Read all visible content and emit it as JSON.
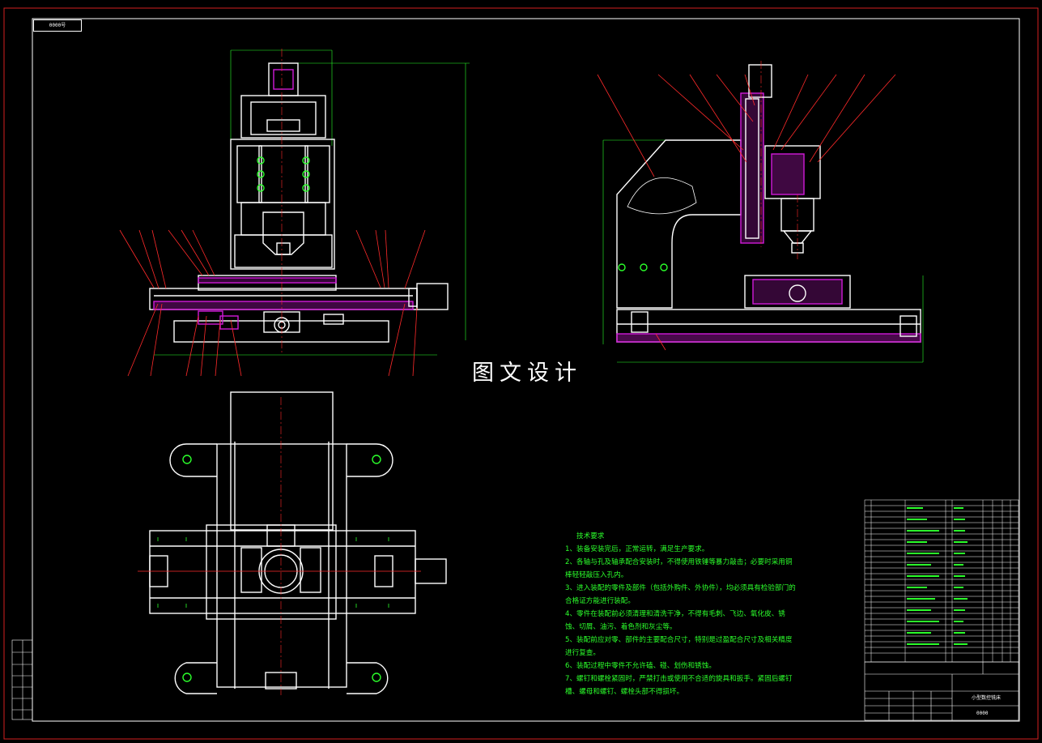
{
  "drawing": {
    "watermark": "图文设计",
    "frame_tag": "0000号",
    "colors": {
      "outline": "#ffffff",
      "section": "#d01ad8",
      "leader": "#ff2a2a",
      "center": "#ff2a2a",
      "text": "#2bff2b",
      "frame": "#d42020",
      "dim": "#2bff2b"
    }
  },
  "tech_requirements": {
    "title": "技术要求",
    "items": [
      "1、装备安装完后，正常运转，满足生产要求。",
      "2、各轴与孔及轴承配合安装时，不得使用铁锤等暴力敲击；必要时采用铜棒轻轻敲压入孔内。",
      "3、进入装配的零件及部件（包括外购件、外协件），均必须具有检验部门的合格证方能进行装配。",
      "4、零件在装配前必须清理和清洗干净，不得有毛刺、飞边、氧化皮、锈蚀、切屑、油污、着色剂和灰尘等。",
      "5、装配前应对零、部件的主要配合尺寸，特别是过盈配合尺寸及相关精度进行复查。",
      "6、装配过程中零件不允许磕、碰、划伤和锈蚀。",
      "7、螺钉和螺栓紧固时，严禁打击或使用不合适的旋具和扳手。紧固后螺钉槽、螺母和螺钉、螺栓头部不得损坏。"
    ]
  },
  "title_block": {
    "drawing_name": "小型数控铣床",
    "drawing_code": "0000"
  }
}
